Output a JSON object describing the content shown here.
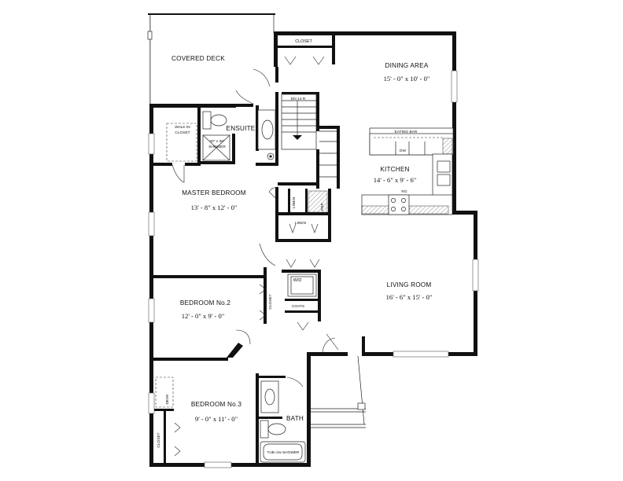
{
  "rooms": {
    "covered_deck": {
      "name": "COVERED DECK"
    },
    "closet_top": {
      "name": "CLOSET"
    },
    "dining": {
      "name": "DINING AREA",
      "dims": "15' - 0\" x 10' - 0\""
    },
    "stairs": {
      "name": "DN 14 R"
    },
    "walk_in": {
      "line1": "WALK IN",
      "line2": "CLOSET"
    },
    "ensuite": {
      "name": "ENSUITE"
    },
    "shower": {
      "line1": "30\" x 36\"",
      "line2": "SHOWER"
    },
    "eating_bar": {
      "name": "EATING BAR"
    },
    "dw": {
      "name": "DW"
    },
    "kitchen": {
      "name": "KITCHEN",
      "dims": "14' - 6\" x 9' - 6\""
    },
    "rg": {
      "name": "RG"
    },
    "master": {
      "name": "MASTER BEDROOM",
      "dims": "13' - 8\" x 12' - 0\""
    },
    "linen1": {
      "name": "LINEN"
    },
    "ref": {
      "name": "REF"
    },
    "linen2": {
      "name": "LINEN"
    },
    "wd": {
      "name": "W/D"
    },
    "coats": {
      "name": "COATS"
    },
    "closet_b2": {
      "name": "CLOSET"
    },
    "living": {
      "name": "LIVING ROOM",
      "dims": "16' - 6\" x 15' - 0\""
    },
    "bedroom2": {
      "name": "BEDROOM No.2",
      "dims": "12' - 0\" x 9' - 0\""
    },
    "bedroom3": {
      "name": "BEDROOM No.3",
      "dims": "9' - 0\" x 11' - 0\""
    },
    "desk": {
      "name": "DESK"
    },
    "closet_b3": {
      "name": "CLOSET"
    },
    "bath": {
      "name": "BATH"
    },
    "tub": {
      "name": "TUB c/w SHOWER"
    }
  }
}
